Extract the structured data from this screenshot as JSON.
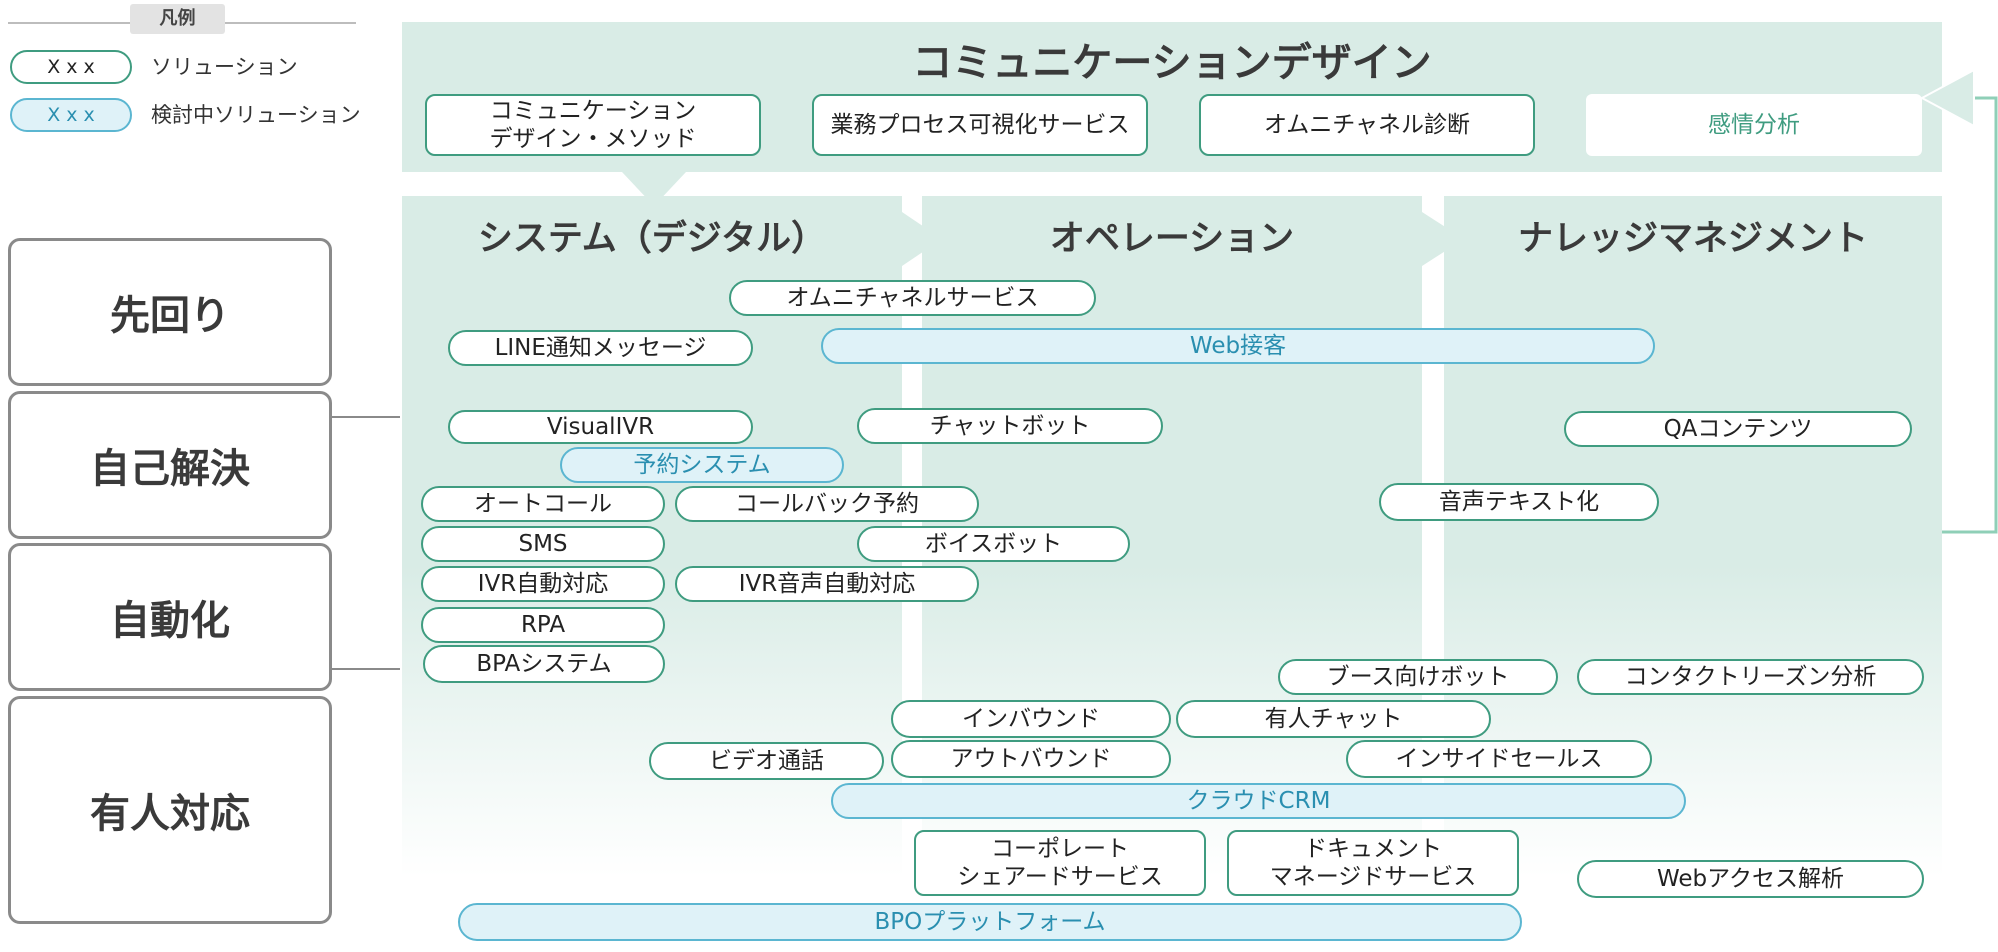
{
  "legend": {
    "title": "凡例",
    "solution_sample": "X x x",
    "solution_label": "ソリューション",
    "candidate_sample": "X x x",
    "candidate_label": "検討中ソリューション"
  },
  "rows": [
    "先回り",
    "自己解決",
    "自動化",
    "有人対応"
  ],
  "top_section": {
    "title": "コミュニケーションデザイン",
    "items": [
      "コミュニケーション\nデザイン・メソッド",
      "業務プロセス可視化サービス",
      "オムニチャネル診断",
      "感情分析"
    ]
  },
  "columns": [
    "システム（デジタル）",
    "オペレーション",
    "ナレッジマネジメント"
  ],
  "solutions": {
    "omnichannel_service": "オムニチャネルサービス",
    "line_notify": "LINE通知メッセージ",
    "web_service": "Web接客",
    "visual_ivr": "VisualIVR",
    "chatbot": "チャットボット",
    "qa_contents": "QAコンテンツ",
    "reservation": "予約システム",
    "autocall": "オートコール",
    "callback": "コールバック予約",
    "speech_to_text": "音声テキスト化",
    "sms": "SMS",
    "voicebot": "ボイスボット",
    "ivr_auto": "IVR自動対応",
    "ivr_voice_auto": "IVR音声自動対応",
    "rpa": "RPA",
    "bpa": "BPAシステム",
    "booth_bot": "ブース向けボット",
    "contact_reason": "コンタクトリーズン分析",
    "inbound": "インバウンド",
    "staffed_chat": "有人チャット",
    "video_call": "ビデオ通話",
    "outbound": "アウトバウンド",
    "inside_sales": "インサイドセールス",
    "cloud_crm": "クラウドCRM",
    "corporate_shared": "コーポレート\nシェアードサービス",
    "document_managed": "ドキュメント\nマネージドサービス",
    "web_access": "Webアクセス解析",
    "bpo_platform": "BPOプラットフォーム"
  },
  "colors": {
    "panel": "#d9ece6",
    "solution_border": "#3f9c80",
    "candidate_fill": "#dff2f8",
    "candidate_border": "#5bb6d1"
  }
}
